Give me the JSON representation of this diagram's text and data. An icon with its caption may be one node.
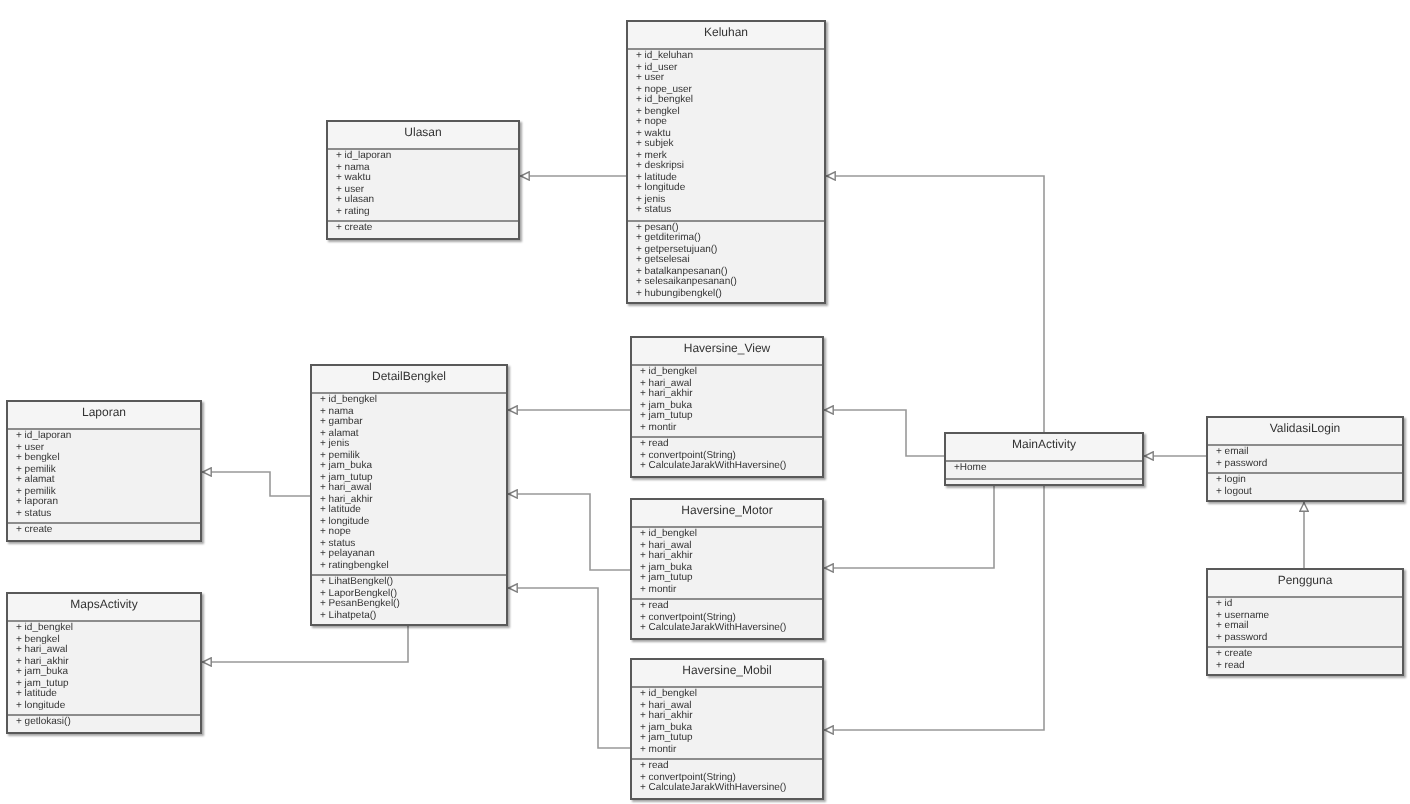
{
  "diagram": {
    "nodes": [
      {
        "text": [
          "Keluhan"
        ]
      },
      {
        "text": [
          "+ id_keluhan",
          "+ id_user",
          "+ user",
          "+ nope_user",
          "+ id_bengkel",
          "+ bengkel",
          "+ nope",
          "+ waktu",
          "+ subjek",
          "+ merk",
          "+ deskripsi",
          "+ latitude",
          "+ longitude",
          "+ jenis",
          "+ status"
        ],
        "in": 0
      },
      {
        "text": [
          "+ pesan()",
          "+ getditerima()",
          "+ getpersetujuan()",
          "+ getselesai",
          "+ batalkanpesanan()",
          "+ selesaikanpesanan()",
          "+ hubungibengkel()"
        ],
        "in": 0
      },
      {
        "text": [
          "Ulasan"
        ]
      },
      {
        "text": [
          "+ id_laporan",
          "+ nama",
          "+ waktu",
          "+ user",
          "+ ulasan",
          "+ rating"
        ],
        "in": 3
      },
      {
        "text": [
          "+ create"
        ],
        "in": 3
      },
      {
        "text": [
          "Haversine_View"
        ]
      },
      {
        "text": [
          "+ id_bengkel",
          "+ hari_awal",
          "+ hari_akhir",
          "+ jam_buka",
          "+ jam_tutup",
          "+ montir"
        ],
        "in": 6
      },
      {
        "text": [
          "+ read",
          "+ convertpoint(String)",
          "+ CalculateJarakWithHaversine()"
        ],
        "in": 6
      },
      {
        "text": [
          "DetailBengkel"
        ]
      },
      {
        "text": [
          "+ id_bengkel",
          "+ nama",
          "+ gambar",
          "+ alamat",
          "+ jenis",
          "+ pemilik",
          "+ jam_buka",
          "+ jam_tutup",
          "+ hari_awal",
          "+ hari_akhir",
          "+ latitude",
          "+ longitude",
          "+ nope",
          "+ status",
          "+ pelayanan",
          "+ ratingbengkel"
        ],
        "in": 9
      },
      {
        "text": [
          "+ LihatBengkel()",
          "+ LaporBengkel()",
          "+ PesanBengkel()",
          "+ Lihatpeta()"
        ],
        "in": 9
      },
      {
        "text": [
          "Laporan"
        ]
      },
      {
        "text": [
          "+ id_laporan",
          "+ user",
          "+ bengkel",
          "+ pemilik",
          "+ alamat",
          "+ pemilik",
          "+ laporan",
          "+ status"
        ],
        "in": 12
      },
      {
        "text": [
          "+ create"
        ],
        "in": 12
      },
      {
        "text": [
          "ValidasiLogin"
        ]
      },
      {
        "text": [
          "+ email",
          "+ password"
        ],
        "in": 15
      },
      {
        "text": [
          "+ login",
          "+ logout"
        ],
        "in": 15
      },
      {
        "text": [
          "MainActivity"
        ]
      },
      {
        "text": [
          "+Home"
        ],
        "in": 18
      },
      {
        "text": [],
        "shape": "box",
        "in": 18
      },
      {
        "text": [
          "Haversine_Motor"
        ]
      },
      {
        "text": [
          "+ id_bengkel",
          "+ hari_awal",
          "+ hari_akhir",
          "+ jam_buka",
          "+ jam_tutup",
          "+ montir"
        ],
        "in": 21
      },
      {
        "text": [
          "+ read",
          "+ convertpoint(String)",
          "+ CalculateJarakWithHaversine()"
        ],
        "in": 21
      },
      {
        "text": [
          "Pengguna"
        ]
      },
      {
        "text": [
          "+ id",
          "+ username",
          "+ email",
          "+ password"
        ],
        "in": 24
      },
      {
        "text": [
          "+ create",
          "+ read"
        ],
        "in": 24
      },
      {
        "text": [
          "MapsActivity"
        ]
      },
      {
        "text": [
          "+ id_bengkel",
          "+ bengkel",
          "+ hari_awal",
          "+ hari_akhir",
          "+ jam_buka",
          "+ jam_tutup",
          "+ latitude",
          "+ longitude"
        ],
        "in": 27
      },
      {
        "text": [
          "+ getlokasi()"
        ],
        "in": 27
      },
      {
        "text": [
          "Haversine_Mobil"
        ]
      },
      {
        "text": [
          "+ id_bengkel",
          "+ hari_awal",
          "+ hari_akhir",
          "+ jam_buka",
          "+ jam_tutup",
          "+ montir"
        ],
        "in": 30
      },
      {
        "text": [
          "+ read",
          "+ convertpoint(String)",
          "+ CalculateJarakWithHaversine()"
        ],
        "in": 30
      }
    ],
    "edges": [
      {
        "from": 0,
        "to": 3,
        "arrow": "to"
      },
      {
        "from": 18,
        "to": 0,
        "arrow": "to"
      },
      {
        "from": 18,
        "to": 6,
        "arrow": "to"
      },
      {
        "from": 18,
        "to": 21,
        "arrow": "to"
      },
      {
        "from": 18,
        "to": 30,
        "arrow": "to"
      },
      {
        "from": 15,
        "to": 18,
        "arrow": "to"
      },
      {
        "from": 24,
        "to": 15,
        "arrow": "to"
      },
      {
        "from": 6,
        "to": 9,
        "arrow": "to"
      },
      {
        "from": 21,
        "to": 9,
        "arrow": "to"
      },
      {
        "from": 30,
        "to": 9,
        "arrow": "to"
      },
      {
        "from": 9,
        "to": 12,
        "arrow": "to"
      },
      {
        "from": 9,
        "to": 27,
        "arrow": "to"
      }
    ]
  }
}
